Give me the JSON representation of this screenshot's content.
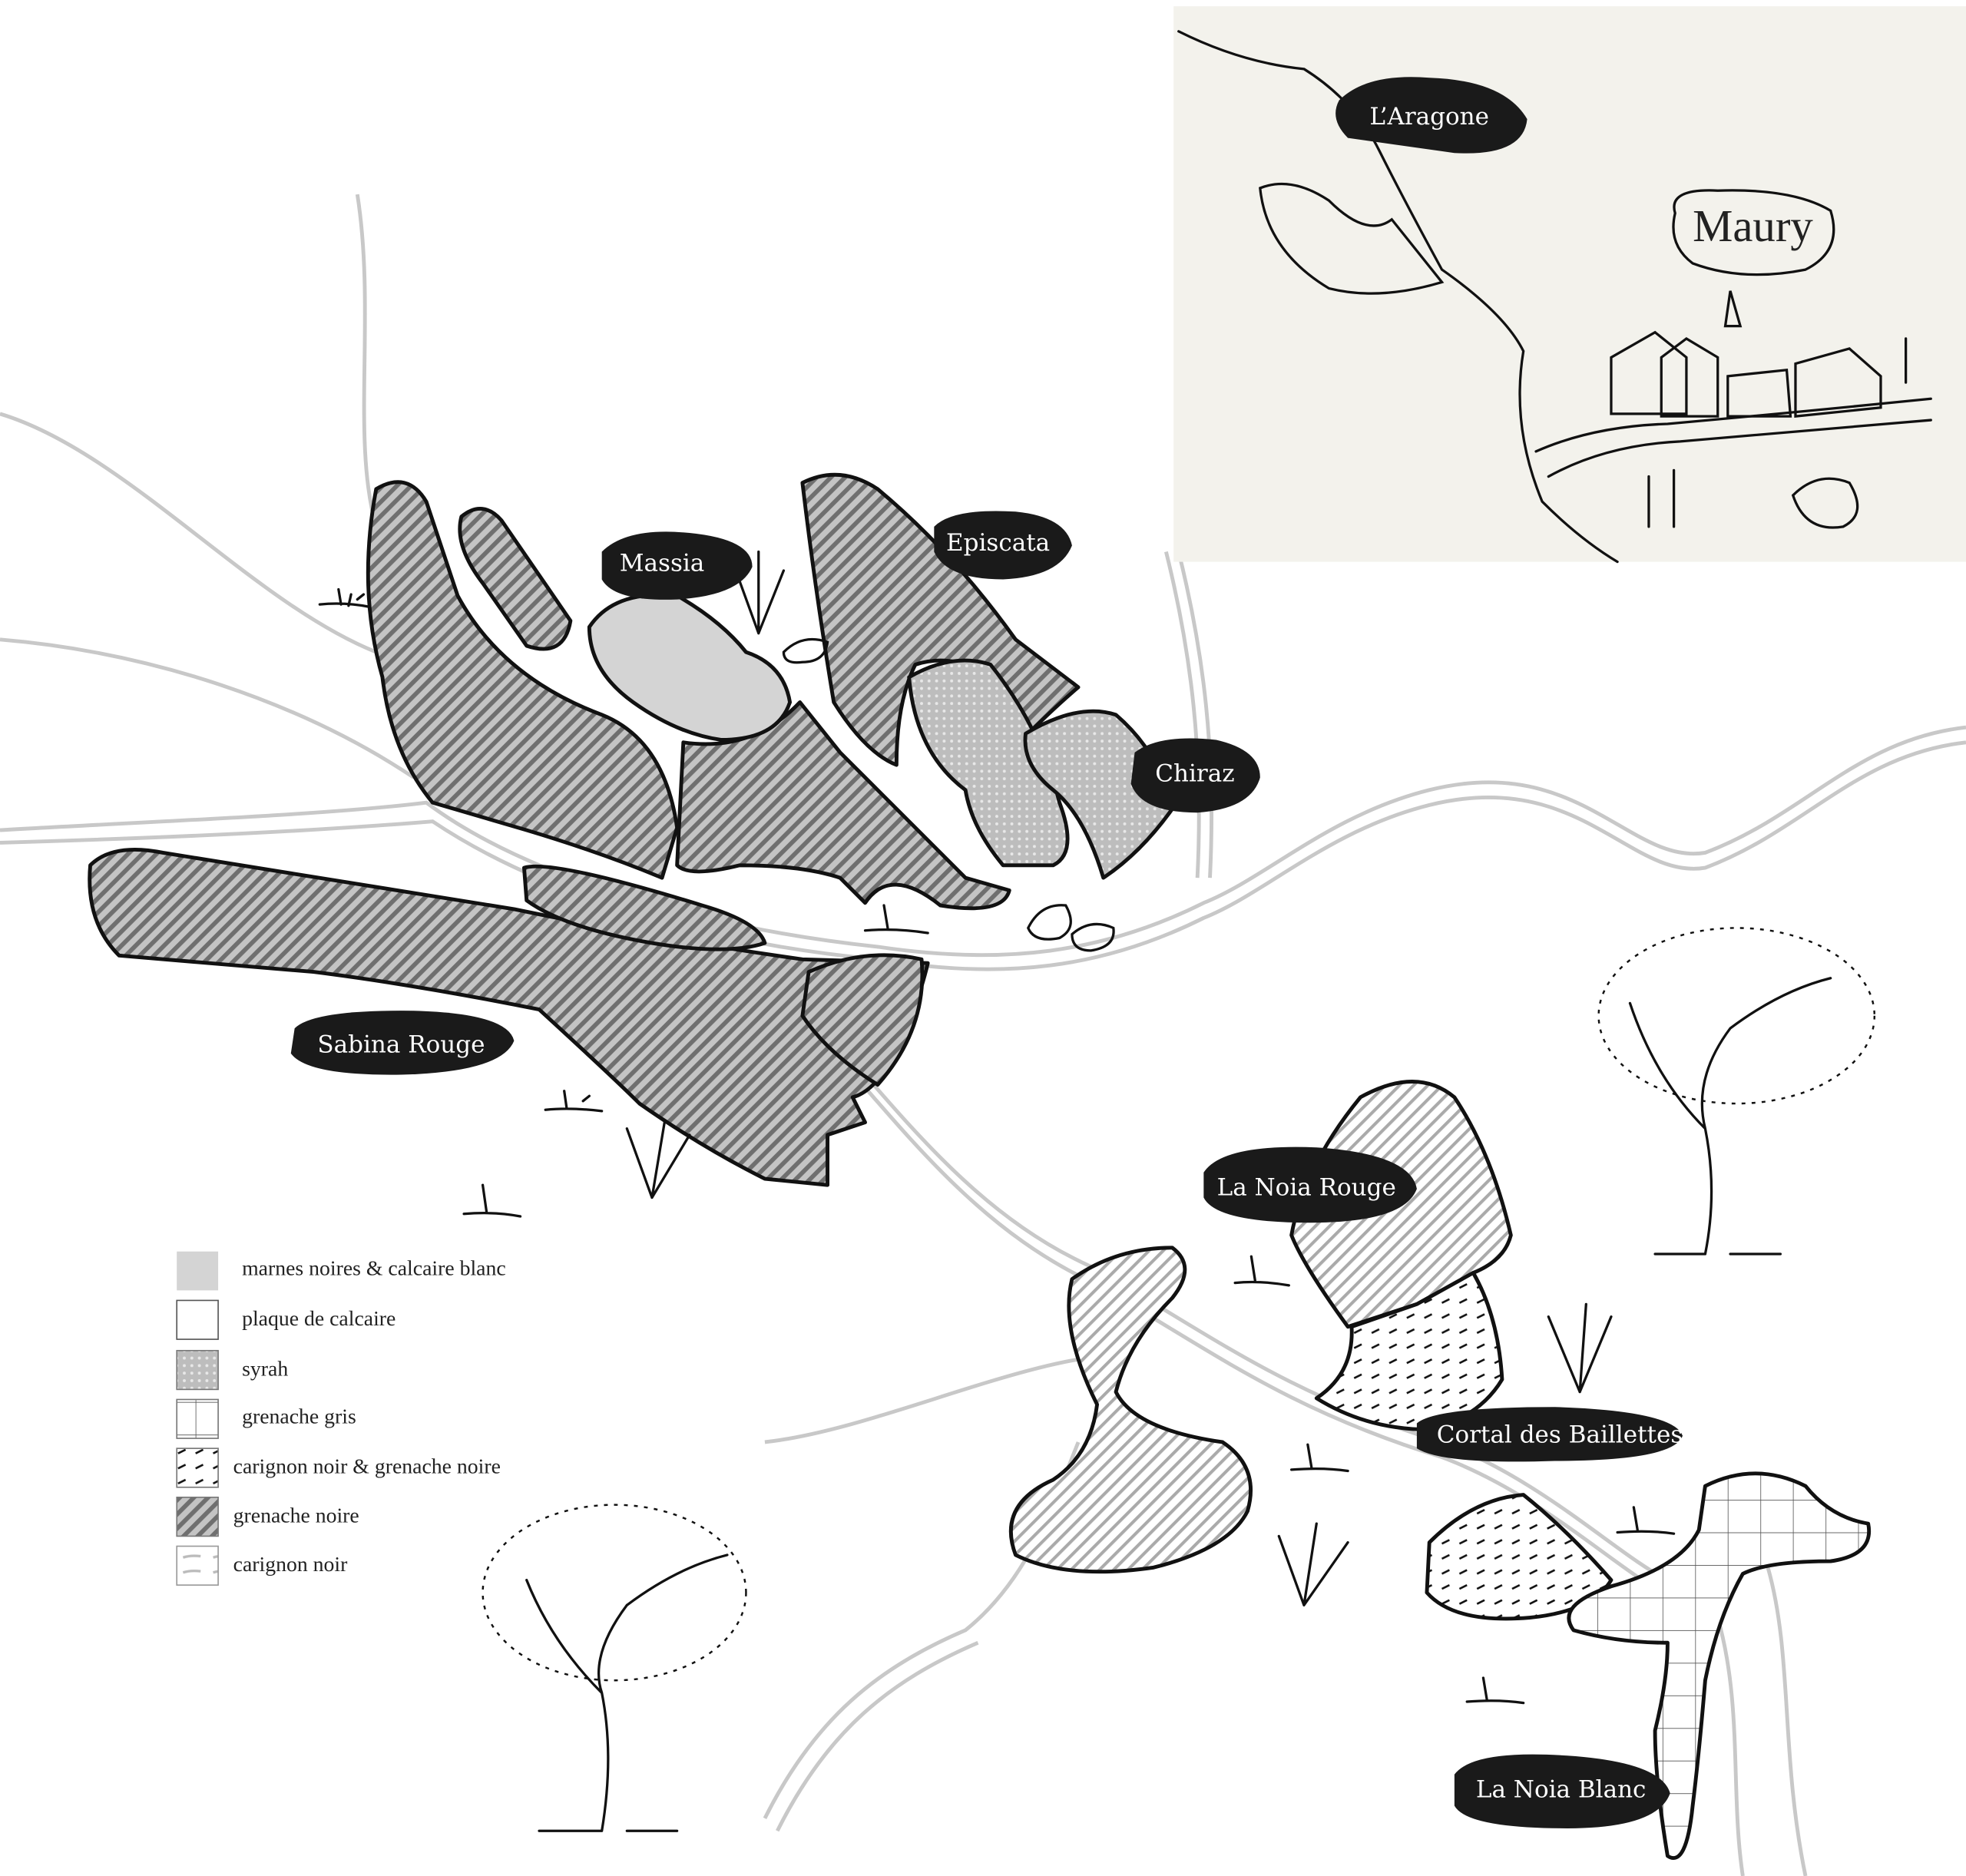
{
  "inset": {
    "town_name": "Maury",
    "label": "L’Aragone",
    "background": "#f3f2ec"
  },
  "parcels": [
    {
      "name": "Massia",
      "label": "Massia"
    },
    {
      "name": "Episcata",
      "label": "Episcata"
    },
    {
      "name": "Chiraz",
      "label": "Chiraz"
    },
    {
      "name": "Sabina Rouge",
      "label": "Sabina Rouge"
    },
    {
      "name": "La Noia Rouge",
      "label": "La Noia Rouge"
    },
    {
      "name": "Cortal des Baillettes",
      "label": "Cortal des Baillettes"
    },
    {
      "name": "La Noia Blanc",
      "label": "La Noia Blanc"
    }
  ],
  "legend": [
    {
      "label": "marnes noires & calcaire blanc",
      "pattern": "solid-grey"
    },
    {
      "label": "plaque de calcaire",
      "pattern": "white"
    },
    {
      "label": "syrah",
      "pattern": "dots"
    },
    {
      "label": "grenache gris",
      "pattern": "grid"
    },
    {
      "label": "carignon noir & grenache noire",
      "pattern": "dashes"
    },
    {
      "label": "grenache noire",
      "pattern": "diagonal-hatch"
    },
    {
      "label": "carignon noir",
      "pattern": "wavy-lines"
    }
  ],
  "colors": {
    "label_bg": "#1a1a1a",
    "road": "#c8c8c8",
    "marnes": "#d4d4d4",
    "hatch_bg": "#b9b9b9"
  }
}
